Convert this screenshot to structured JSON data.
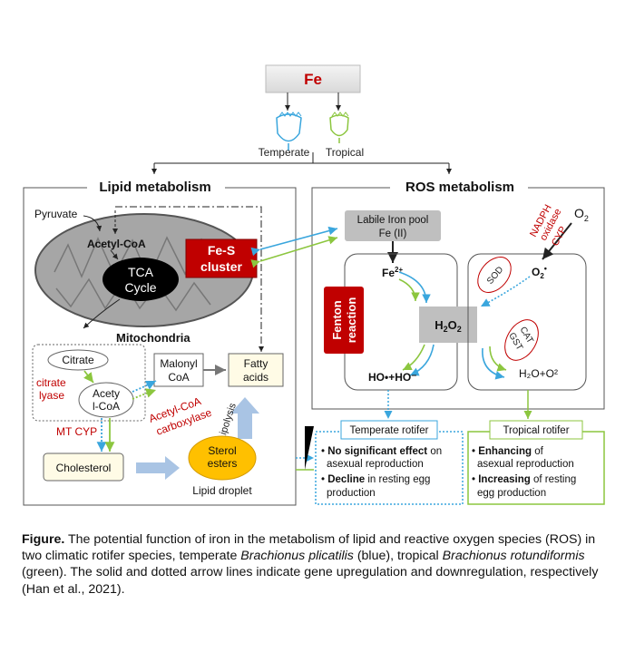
{
  "iron": {
    "label": "Fe"
  },
  "rotifer_types": {
    "temperate": "Temperate",
    "tropical": "Tropical"
  },
  "panels": {
    "lipid_title": "Lipid metabolism",
    "ros_title": "ROS metabolism"
  },
  "lipid": {
    "pyruvate": "Pyruvate",
    "acetyl_coa": "Acetyl-CoA",
    "tca_line1": "TCA",
    "tca_line2": "Cycle",
    "mitochondria": "Mitochondria",
    "fes_line1": "Fe-S",
    "fes_line2": "cluster",
    "citrate": "Citrate",
    "citrate_lyase_line1": "citrate",
    "citrate_lyase_line2": "lyase",
    "acetyl_coa_split_line1": "Acety",
    "acetyl_coa_split_line2": "l-CoA",
    "malonyl_line1": "Malonyl",
    "malonyl_line2": "CoA",
    "fatty_line1": "Fatty",
    "fatty_line2": "acids",
    "carboxylase_line1": "Acetyl-CoA",
    "carboxylase_line2": "carboxylase",
    "mt_cyp": "MT CYP",
    "cholesterol": "Cholesterol",
    "sterol_line1": "Sterol",
    "sterol_line2": "esters",
    "lipolysis": "Lipolysis",
    "lipid_droplet": "Lipid droplet"
  },
  "ros": {
    "iron_pool_line1": "Labile Iron pool",
    "iron_pool_line2": "Fe (II)",
    "fe2": "Fe",
    "fe2_sup": "2+",
    "fenton_line1": "Fenton",
    "fenton_line2": "reaction",
    "h2o2_main": "H",
    "h2o2_sub1": "2",
    "h2o2_mid": "O",
    "h2o2_sub2": "2",
    "hydroxyl": "HO•+HO⁻",
    "o2": "O",
    "o2_sub": "2",
    "superoxide": "O",
    "superoxide_sub": "2",
    "superoxide_sup": "•",
    "nadph_line1": "NADPH",
    "nadph_line2": "oxidase",
    "nadph_line3": "CYP",
    "sod": "SOD",
    "cat": "CAT",
    "gst": "GST",
    "water": "H₂O+O²"
  },
  "outcomes": {
    "temperate_title": "Temperate rotifer",
    "temperate_b1_bold": "No significant effect",
    "temperate_b1_rest": " on",
    "temperate_b1_line2": "asexual reproduction",
    "temperate_b2_bold": "Decline",
    "temperate_b2_rest": " in resting egg",
    "temperate_b2_line2": "production",
    "tropical_title": "Tropical rotifer",
    "tropical_b1_bold": "Enhancing",
    "tropical_b1_rest": " of",
    "tropical_b1_line2": "asexual reproduction",
    "tropical_b2_bold": "Increasing",
    "tropical_b2_rest": " of  resting",
    "tropical_b2_line2": "egg production"
  },
  "caption": {
    "label": "Figure.",
    "p1": " The potential function  of iron in the metabolism of lipid and reactive oxygen species (ROS) in two climatic rotifer species, temperate ",
    "sp1": "Brachionus plicatilis",
    "p2": " (blue), tropical ",
    "sp2": "Brachionus rotundiformis",
    "p3": " (green). The solid and dotted arrow lines indicate gene upregulation and downregulation,  respectively (Han et al., 2021)."
  },
  "colors": {
    "blue": "#3aa6dd",
    "green": "#8cc63f",
    "red": "#c00000",
    "gray": "#bfbfbf"
  }
}
